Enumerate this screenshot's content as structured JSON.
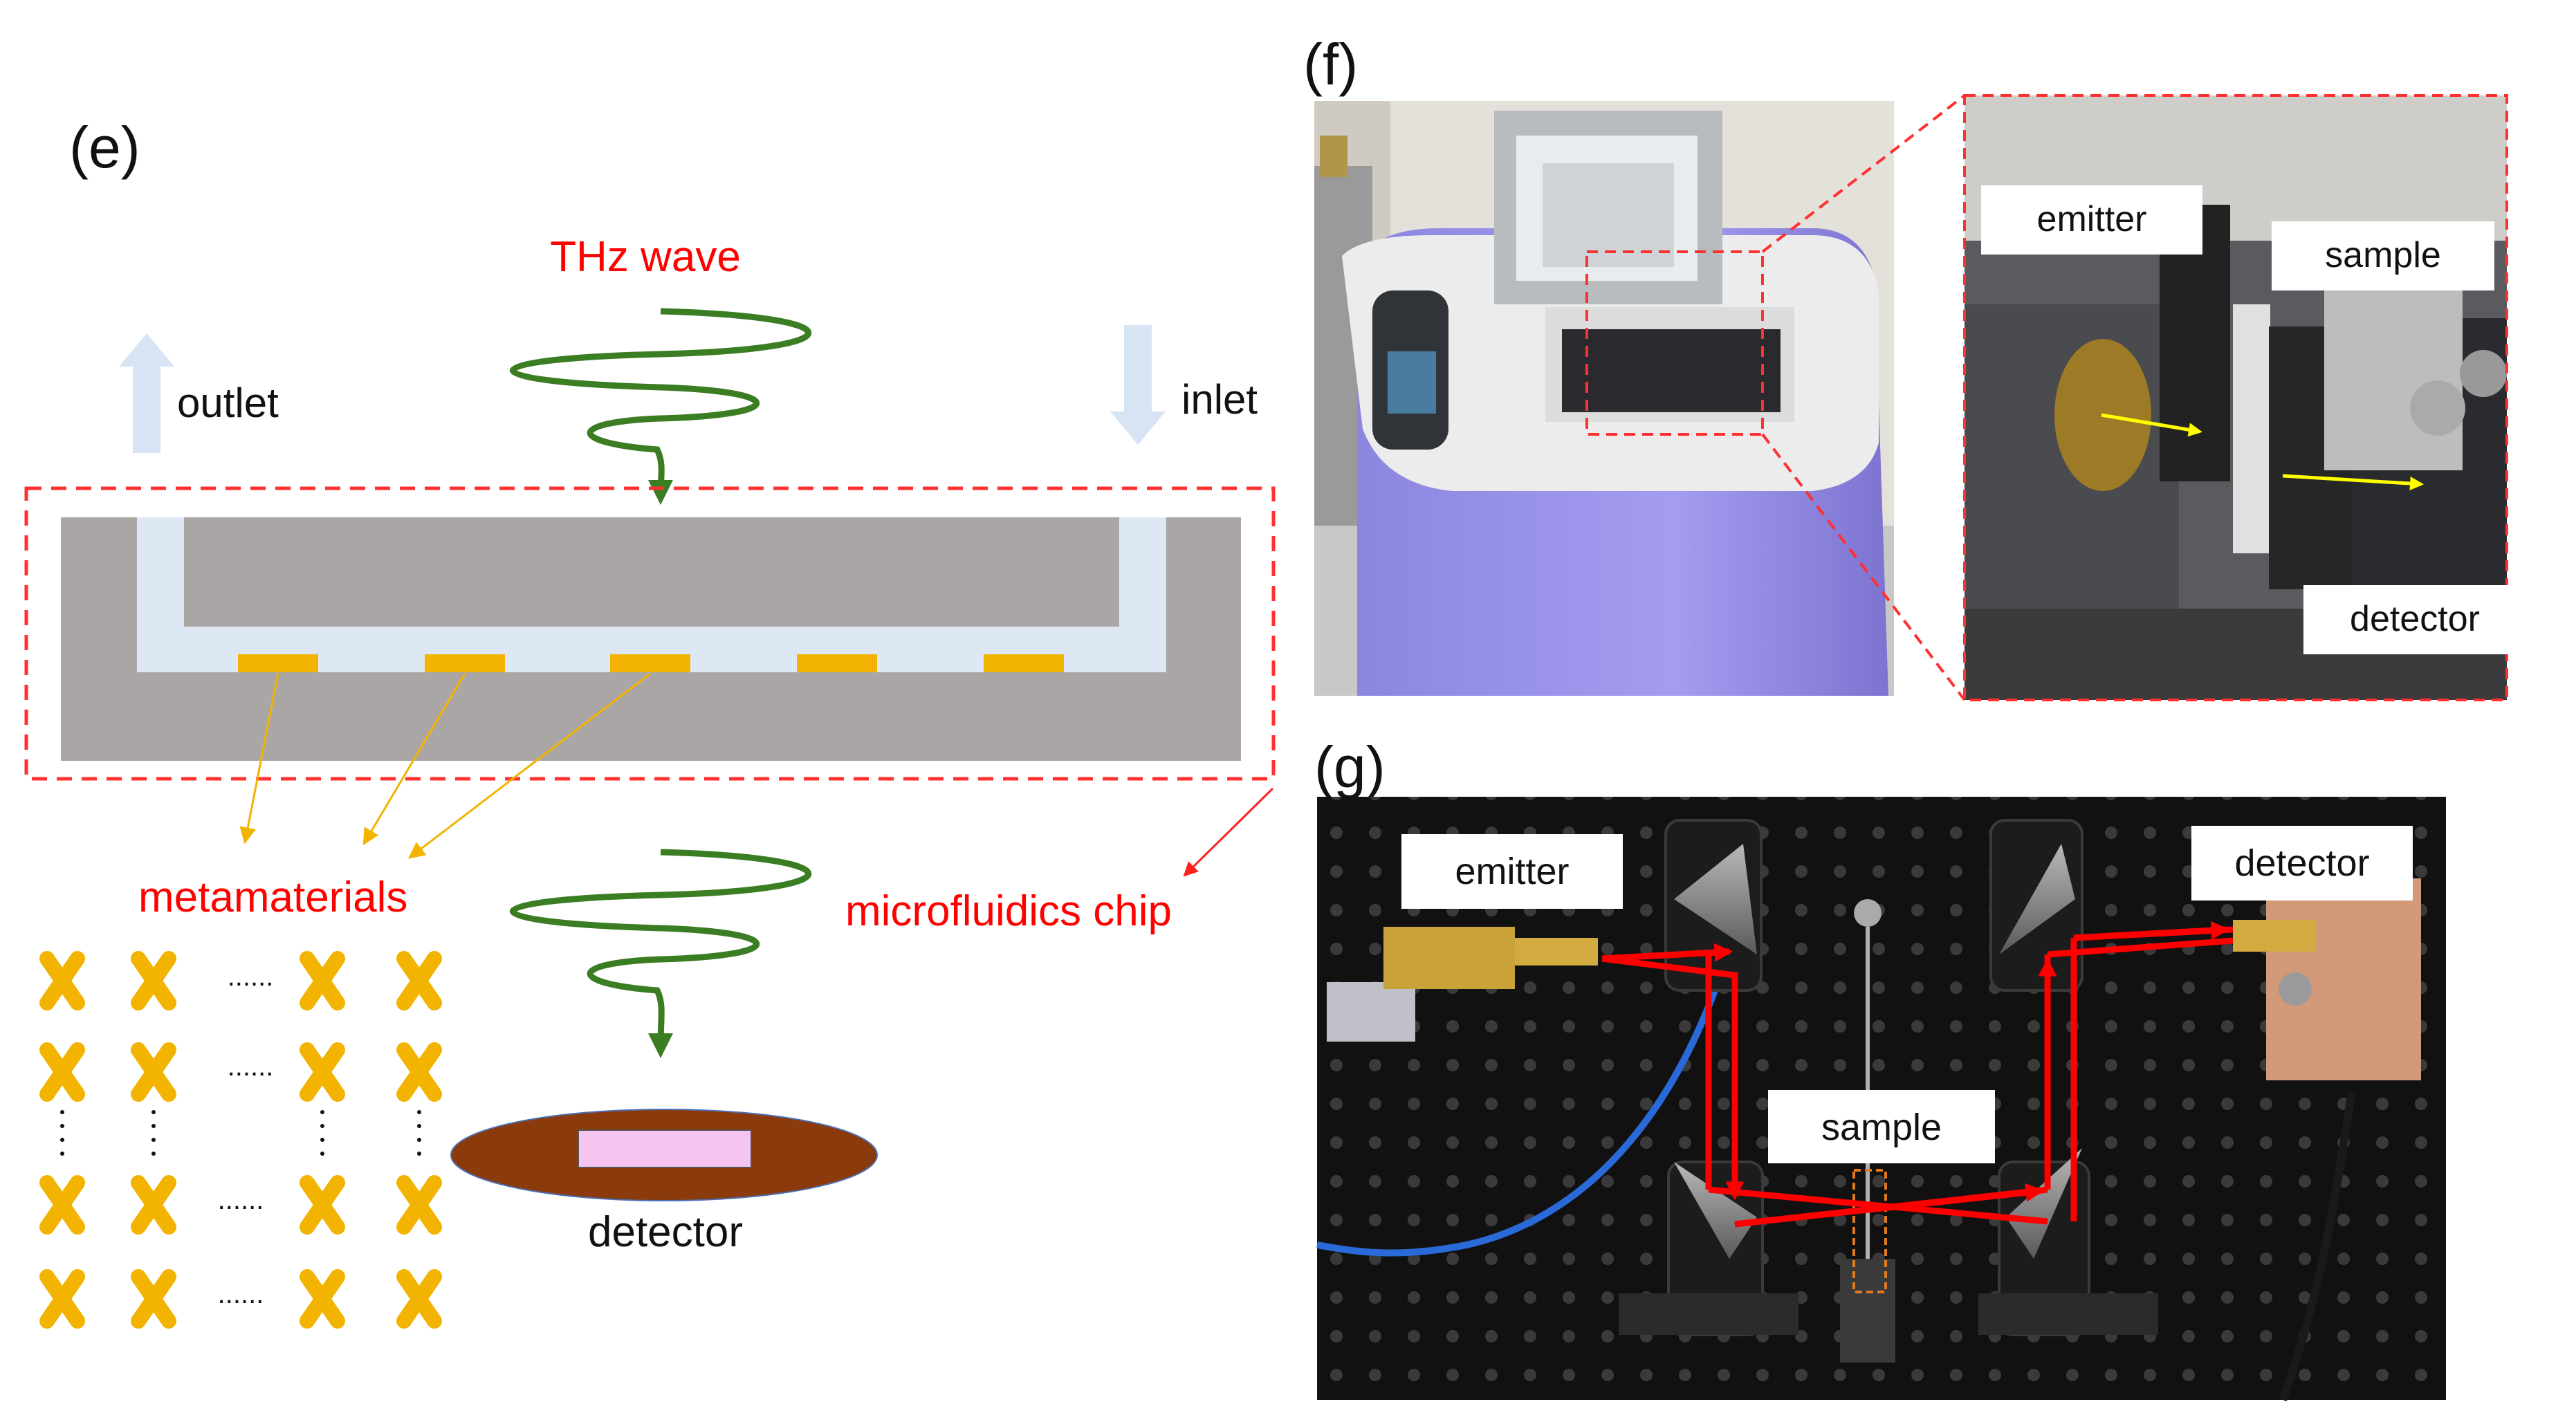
{
  "panels": {
    "e": {
      "label": "(e)",
      "thz_wave_label": "THz wave",
      "outlet_label": "outlet",
      "inlet_label": "inlet",
      "metamaterials_label": "metamaterials",
      "microfluidics_chip_label": "microfluidics chip",
      "detector_label": "detector",
      "dots_label": "......",
      "metamaterial_array": {
        "rows": 4,
        "cols": 4,
        "has_ellipsis_row": true,
        "has_ellipsis_col": true
      }
    },
    "f": {
      "label": "(f)",
      "callouts": {
        "emitter": "emitter",
        "sample": "sample",
        "detector": "detector"
      }
    },
    "g": {
      "label": "(g)",
      "callouts": {
        "emitter": "emitter",
        "detector": "detector",
        "sample": "sample"
      }
    }
  },
  "colors": {
    "red_label": "#ff0000",
    "dashed_box": "#ff3030",
    "chip_body": "#aaa6a6",
    "channel": "#dde8f4",
    "metamaterial": "#f2b400",
    "wave": "#3b7d23",
    "arrow_light": "#d6e4f4",
    "detector_body": "#8b3a0b",
    "detector_window": "#f5c4f0",
    "beam": "#ff0000",
    "probe_arrow": "#ffff00"
  }
}
